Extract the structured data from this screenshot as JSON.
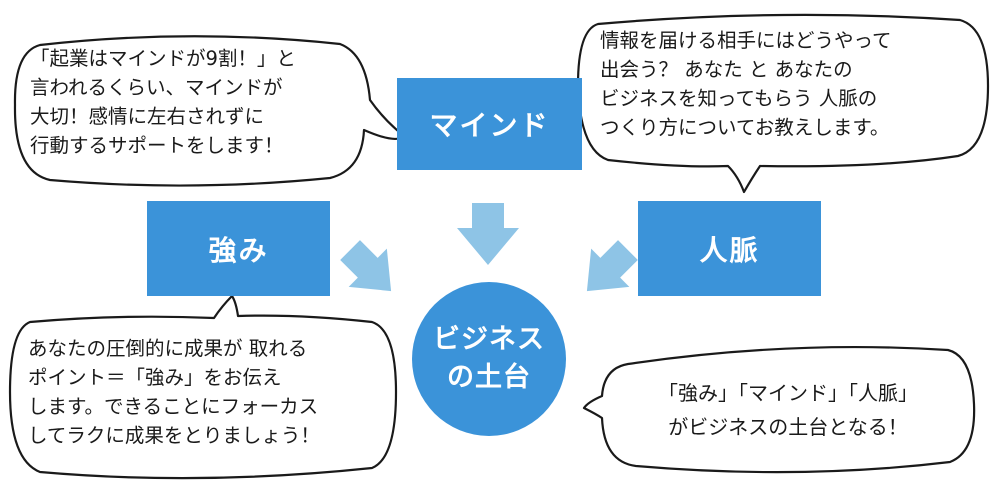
{
  "center": {
    "line1": "ビジネス",
    "line2": "の土台"
  },
  "boxes": {
    "mind": "マインド",
    "strength": "強み",
    "network": "人脈"
  },
  "bubbles": {
    "mind": [
      "「起業はマインドが9割！」と",
      "言われるくらい、マインドが",
      "大切！感情に左右されずに",
      "行動するサポートをします！"
    ],
    "network": [
      "情報を届ける相手にはどうやって",
      "出会う？ あなた と あなたの",
      "ビジネスを知ってもらう 人脈の",
      "つくり方についてお教えします。"
    ],
    "strength": [
      "あなたの圧倒的に成果が 取れる",
      "ポイント＝「強み」をお伝え",
      "します。できることにフォーカス",
      "してラクに成果をとりましょう！"
    ],
    "summary": [
      "「強み」「マインド」「人脈」",
      "がビジネスの土台となる！"
    ]
  },
  "colors": {
    "box": "#3b93d9",
    "arrow": "#8ec4e6",
    "outline": "#1a1a1a"
  },
  "icons": [
    "arrow-down-icon",
    "arrow-down-right-icon",
    "arrow-down-left-icon"
  ]
}
